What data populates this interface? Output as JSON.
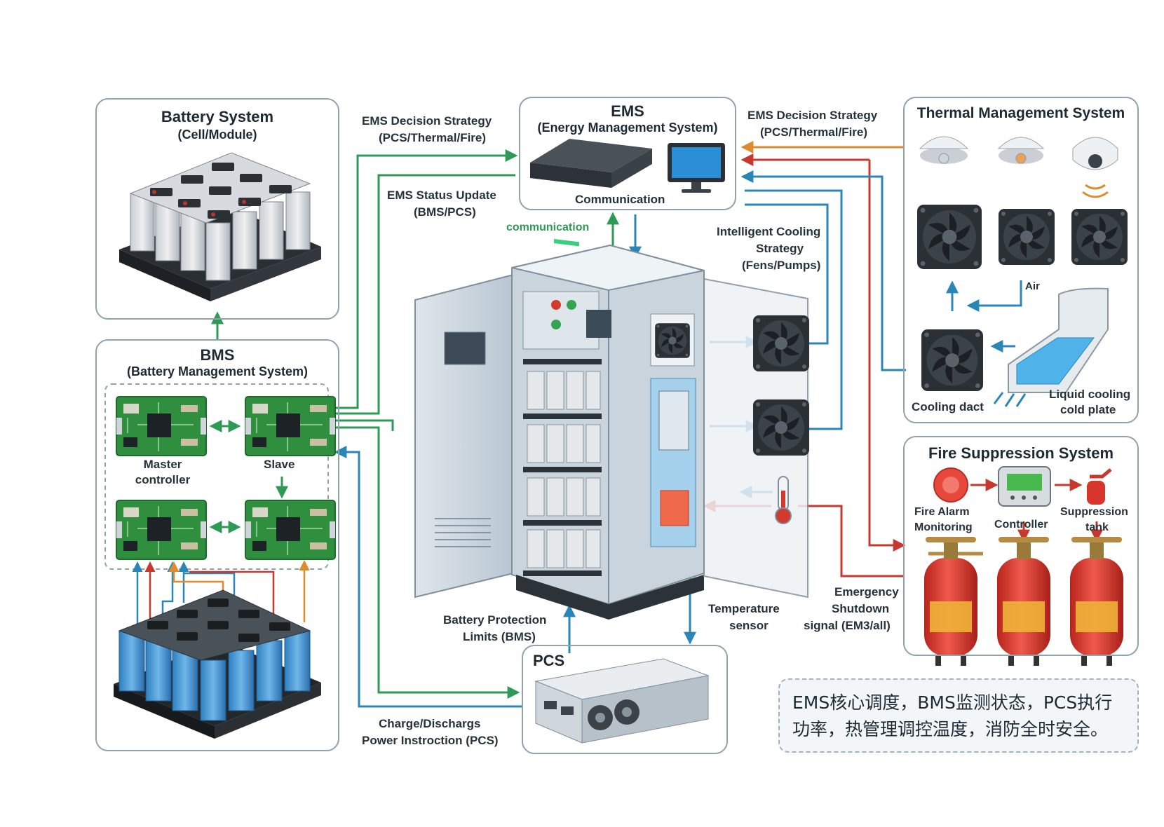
{
  "battery_system": {
    "title": "Battery System",
    "subtitle": "(Cell/Module)"
  },
  "bms": {
    "title": "BMS",
    "subtitle": "(Battery Management System)",
    "master_label": "Master controller",
    "slave_label": "Slave"
  },
  "ems": {
    "title": "EMS",
    "subtitle": "(Energy Management System)",
    "communication_label": "Communication"
  },
  "thermal": {
    "title": "Thermal Management System",
    "air_label": "Air",
    "cooling_duct_label": "Cooling dact",
    "liquid_label_1": "Liquid cooling",
    "liquid_label_2": "cold plate"
  },
  "fire": {
    "title": "Fire Suppression System",
    "alarm_label_1": "Fire Alarm",
    "alarm_label_2": "Monitoring",
    "controller_label": "Controller",
    "tank_label_1": "Suppression",
    "tank_label_2": "tank"
  },
  "pcs": {
    "title": "PCS"
  },
  "flows": {
    "ems_decision_left_1": "EMS Decision Strategy",
    "ems_decision_left_2": "(PCS/Thermal/Fire)",
    "ems_status_1": "EMS Status Update",
    "ems_status_2": "(BMS/PCS)",
    "communication": "communication",
    "ems_decision_right_1": "EMS Decision Strategy",
    "ems_decision_right_2": "(PCS/Thermal/Fire)",
    "cooling_1": "Intelligent Cooling",
    "cooling_2": "Strategy",
    "cooling_3": "(Fens/Pumps)",
    "temp_1": "Temperature",
    "temp_2": "sensor",
    "emergency_1": "Emergency",
    "emergency_2": "Shutdown",
    "emergency_3": "signal (EM3/all)",
    "protection_1": "Battery Protection",
    "protection_2": "Limits (BMS)",
    "charge_1": "Charge/Dischargs",
    "charge_2": "Power Instroction (PCS)"
  },
  "summary": {
    "line1": "EMS核心调度，BMS监测状态，PCS执行",
    "line2": "功率，热管理调控温度，消防全时安全。"
  },
  "colors": {
    "green": "#2f9a55",
    "blue": "#2b86b8",
    "orange": "#e08a2e",
    "red": "#c8382f",
    "panel_border": "#8fa2ae",
    "pcb_green": "#2f8f3f",
    "battery_blue": "#3a8fd0",
    "extinguisher_red": "#d6362b"
  },
  "icons": {
    "ems_device": "server-box-icon",
    "ems_monitor": "monitor-icon",
    "smoke_detectors": "smoke-detector-icon",
    "fans": "fan-icon",
    "thermometer": "thermometer-icon",
    "alarm": "alarm-bell-icon",
    "controller": "controller-panel-icon",
    "extinguisher": "fire-extinguisher-icon",
    "pcs_unit": "rack-inverter-icon",
    "cabinet": "energy-storage-cabinet-icon"
  }
}
